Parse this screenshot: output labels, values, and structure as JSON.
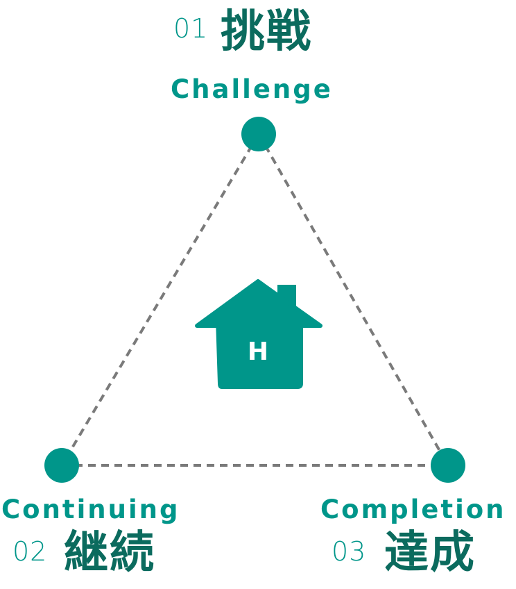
{
  "colors": {
    "accent": "#00968a",
    "accent_dark": "#0b6b5e",
    "line": "#7a7a7a"
  },
  "icons": {
    "center": "house-icon",
    "nodes": "circle-node-icon"
  },
  "nodes": [
    {
      "number": "01",
      "kanji": "挑戦",
      "english": "Challenge"
    },
    {
      "number": "02",
      "kanji": "継続",
      "english": "Continuing"
    },
    {
      "number": "03",
      "kanji": "達成",
      "english": "Completion"
    }
  ],
  "center": {
    "letter": "H"
  }
}
